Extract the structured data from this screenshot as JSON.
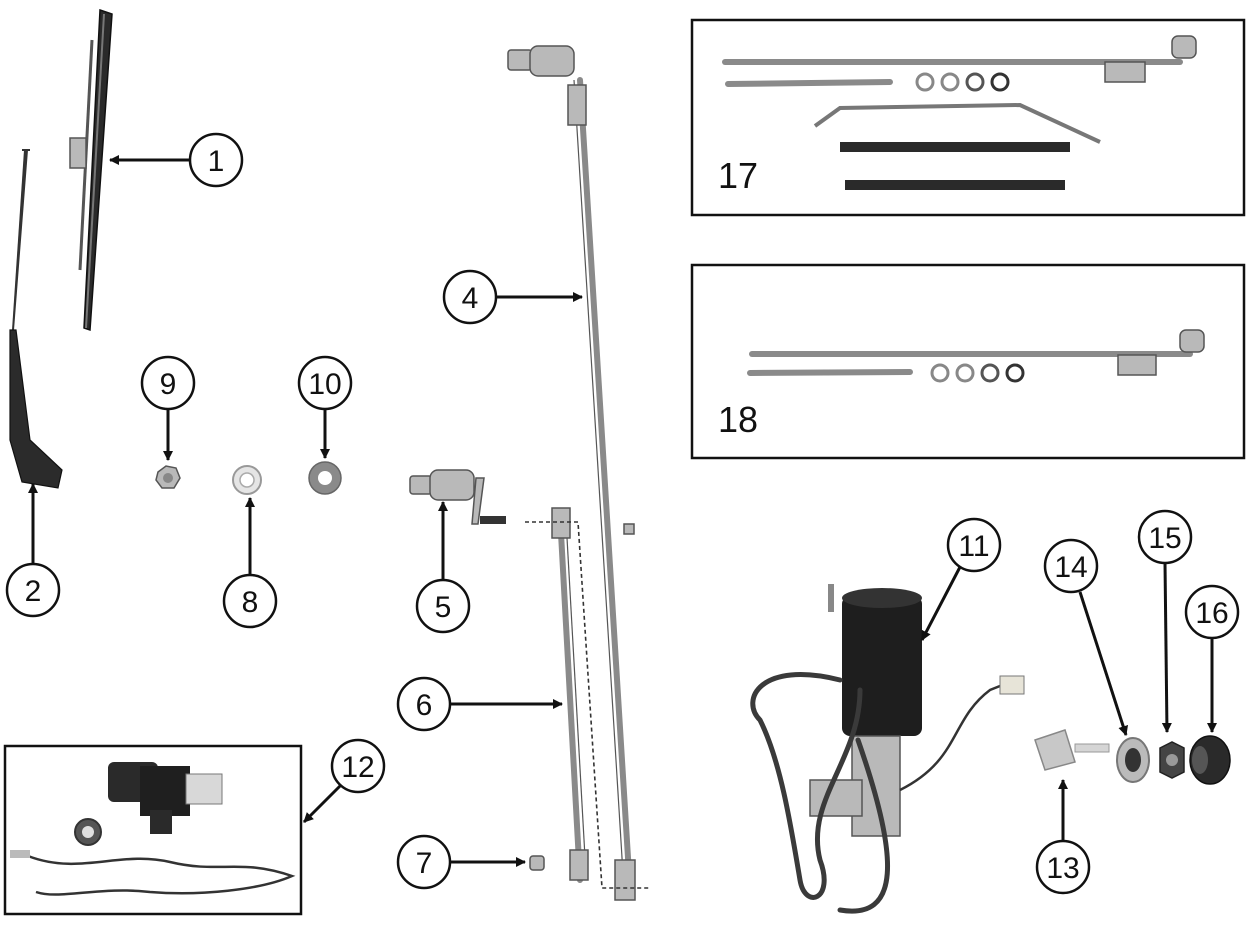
{
  "callouts": {
    "c1": "1",
    "c2": "2",
    "c4": "4",
    "c5": "5",
    "c6": "6",
    "c7": "7",
    "c8": "8",
    "c9": "9",
    "c10": "10",
    "c11": "11",
    "c12": "12",
    "c13": "13",
    "c14": "14",
    "c15": "15",
    "c16": "16"
  },
  "kits": {
    "k17": "17",
    "k18": "18"
  },
  "icons": {
    "wiper_blade": "wiper-blade-icon",
    "wiper_arm": "wiper-arm-icon",
    "motor": "wiper-motor-icon",
    "washer_pump": "washer-pump-icon"
  }
}
